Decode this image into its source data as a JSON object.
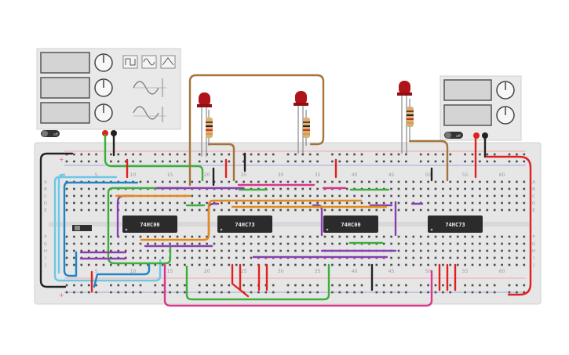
{
  "function_generator": {
    "waveforms": [
      "square-wave-icon",
      "sine-wave-icon",
      "triangle-wave-icon"
    ],
    "power": {
      "label": "off"
    }
  },
  "power_supply": {
    "power": {
      "label": "off"
    }
  },
  "breadboard": {
    "column_numbers": [
      "5",
      "10",
      "15",
      "20",
      "25",
      "30",
      "35",
      "40",
      "45",
      "50",
      "55",
      "60"
    ],
    "row_letters": [
      "A",
      "B",
      "C",
      "D",
      "E",
      "F",
      "G",
      "H",
      "I",
      "J"
    ],
    "rail_signs": [
      "+",
      "−"
    ]
  },
  "chips": [
    {
      "label": "74HC00"
    },
    {
      "label": "74HC73"
    },
    {
      "label": "74HC00"
    },
    {
      "label": "74HC73"
    }
  ],
  "colors": {
    "red_wire": "#e02020",
    "black_wire": "#222222",
    "green_wire": "#3cae3c",
    "blue_wire": "#1e86c8",
    "light_blue_wire": "#6cc8e6",
    "purple_wire": "#8a3fb0",
    "orange_wire": "#e28a1a",
    "pink_wire": "#d9368c",
    "brown_wire": "#a5733a",
    "led": "#b0141a",
    "breadboard": "#e6e6e6"
  }
}
